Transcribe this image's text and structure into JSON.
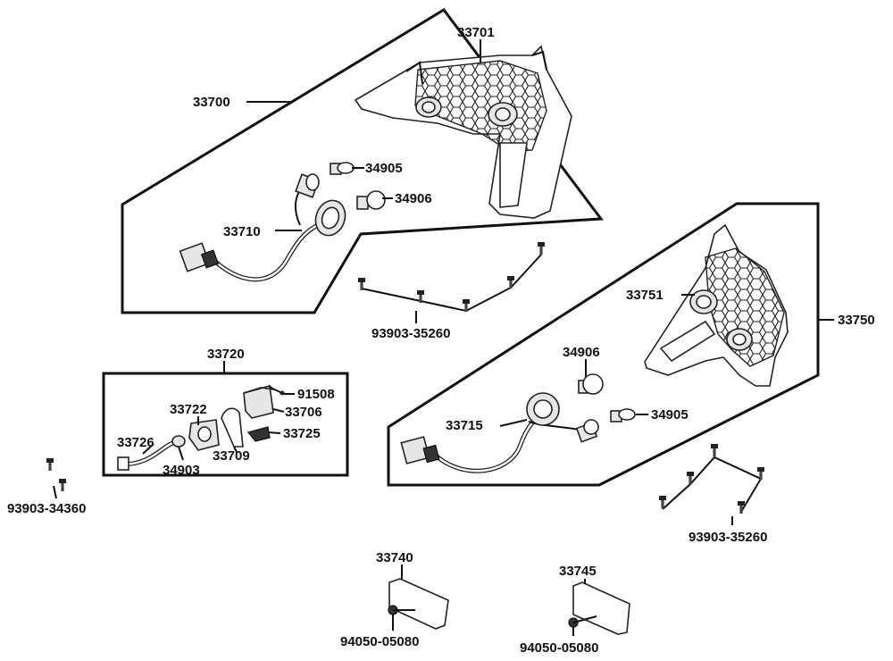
{
  "labels": {
    "p33700": "33700",
    "p33701": "33701",
    "p34905a": "34905",
    "p34906a": "34906",
    "p33710": "33710",
    "p93903_35260a": "93903-35260",
    "p33750": "33750",
    "p33751": "33751",
    "p34906b": "34906",
    "p34905b": "34905",
    "p33715": "33715",
    "p93903_35260b": "93903-35260",
    "p33720": "33720",
    "p91508": "91508",
    "p33722": "33722",
    "p33706": "33706",
    "p33725": "33725",
    "p33726": "33726",
    "p33709": "33709",
    "p34903": "34903",
    "p93903_34360": "93903-34360",
    "p33740": "33740",
    "p94050_05080a": "94050-05080",
    "p33745": "33745",
    "p94050_05080b": "94050-05080"
  }
}
